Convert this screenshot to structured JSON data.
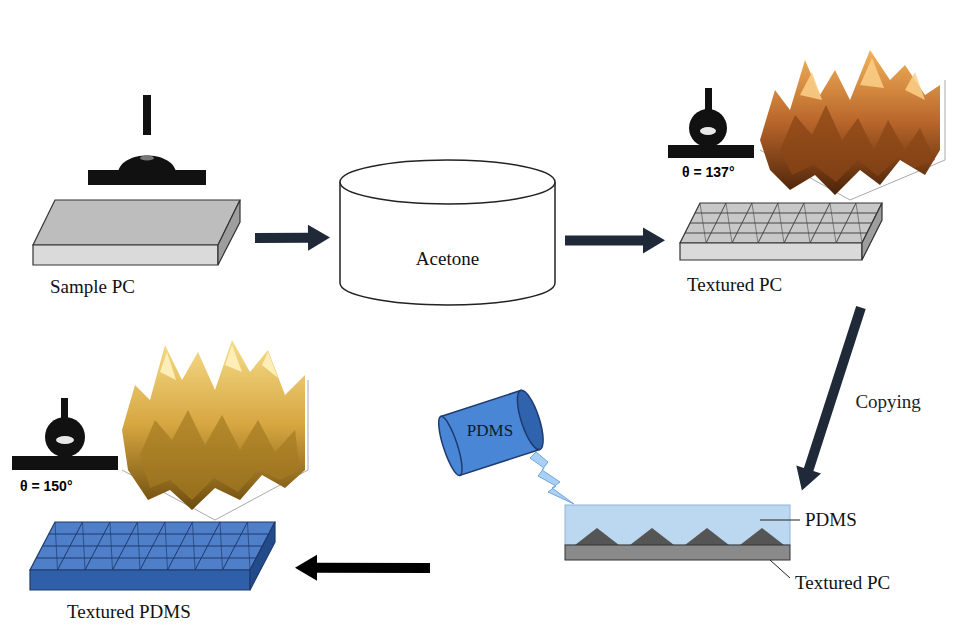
{
  "diagram": {
    "nodes": [
      {
        "text": [
          "Sample PC"
        ]
      },
      {
        "text": [
          "Acetone"
        ]
      },
      {
        "text": [
          "Textured PC"
        ]
      },
      {
        "text": [
          "PDMS",
          "Textured PC"
        ]
      },
      {
        "text": [
          "Textured PDMS"
        ]
      }
    ],
    "edges": [
      {
        "from": 0,
        "to": 1,
        "arrow": "to"
      },
      {
        "from": 1,
        "to": 2,
        "arrow": "to"
      },
      {
        "from": 2,
        "to": 3,
        "arrow": "to",
        "label": "Copying"
      },
      {
        "from": 3,
        "to": 4,
        "arrow": "to"
      }
    ],
    "labels": [
      "θ = 137°",
      "θ = 150°",
      "PDMS"
    ]
  }
}
